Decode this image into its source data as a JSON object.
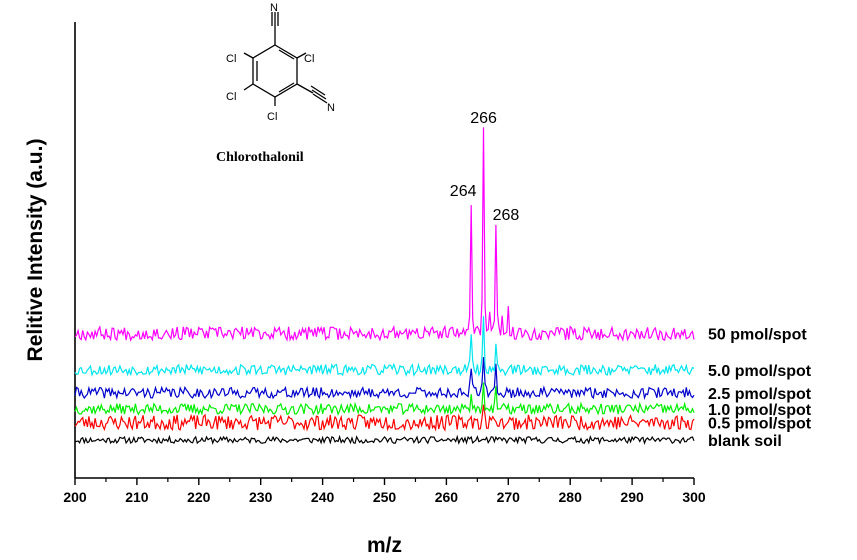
{
  "chart_data": {
    "type": "line",
    "xlabel": "m/z",
    "ylabel": "Relitive Intensity (a.u.)",
    "xlim": [
      200,
      300
    ],
    "xticks": [
      200,
      210,
      220,
      230,
      240,
      250,
      260,
      270,
      280,
      290,
      300
    ],
    "grid": false,
    "series": [
      {
        "name": "blank soil",
        "color": "#000000",
        "offset": 0.0,
        "noise": 0.12,
        "seed": 11,
        "peaks": []
      },
      {
        "name": "0.5 pmol/spot",
        "color": "#ff0000",
        "offset": 0.65,
        "noise": 0.28,
        "seed": 23,
        "peaks": [
          {
            "x": 264,
            "h": 0.35
          },
          {
            "x": 266,
            "h": 0.5
          },
          {
            "x": 268,
            "h": 0.3
          }
        ]
      },
      {
        "name": "1.0 pmol/spot",
        "color": "#00ee00",
        "offset": 1.15,
        "noise": 0.2,
        "seed": 37,
        "peaks": [
          {
            "x": 264,
            "h": 0.7
          },
          {
            "x": 266,
            "h": 1.05
          },
          {
            "x": 268,
            "h": 0.65
          }
        ]
      },
      {
        "name": "2.5 pmol/spot",
        "color": "#0000cc",
        "offset": 1.75,
        "noise": 0.2,
        "seed": 41,
        "peaks": [
          {
            "x": 264,
            "h": 1.0
          },
          {
            "x": 266,
            "h": 1.5
          },
          {
            "x": 268,
            "h": 1.0
          }
        ]
      },
      {
        "name": "5.0 pmol/spot",
        "color": "#00e5ee",
        "offset": 2.6,
        "noise": 0.2,
        "seed": 53,
        "peaks": [
          {
            "x": 264,
            "h": 1.3
          },
          {
            "x": 266,
            "h": 2.1
          },
          {
            "x": 268,
            "h": 0.85
          }
        ]
      },
      {
        "name": "50 pmol/spot",
        "color": "#ff00ff",
        "offset": 3.95,
        "noise": 0.25,
        "seed": 67,
        "peaks": [
          {
            "x": 264,
            "h": 4.8
          },
          {
            "x": 265,
            "h": 0.5
          },
          {
            "x": 266,
            "h": 7.5
          },
          {
            "x": 267,
            "h": 0.9
          },
          {
            "x": 268,
            "h": 3.9
          },
          {
            "x": 269,
            "h": 0.6
          },
          {
            "x": 270,
            "h": 0.8
          }
        ]
      }
    ],
    "annotations": [
      {
        "text": "264",
        "x": 264
      },
      {
        "text": "266",
        "x": 266
      },
      {
        "text": "268",
        "x": 268
      }
    ]
  },
  "molecule": {
    "name": "Chlorothalonil",
    "atoms": [
      "N",
      "Cl",
      "Cl",
      "Cl",
      "N",
      "Cl"
    ]
  }
}
